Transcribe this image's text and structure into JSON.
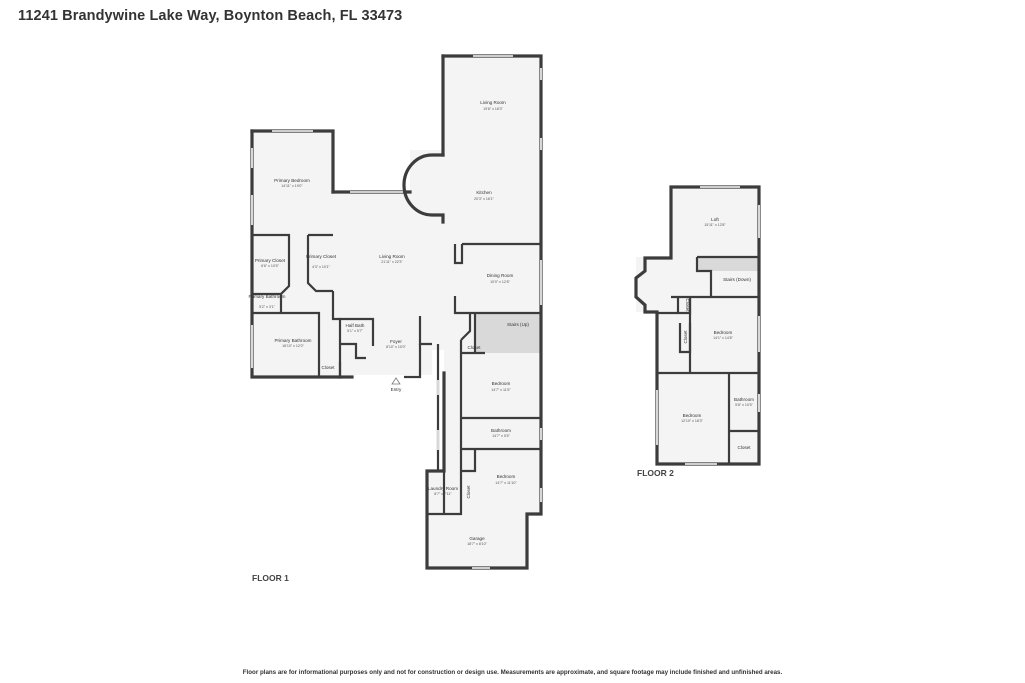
{
  "header": {
    "address": "11241 Brandywine Lake Way, Boynton Beach, FL 33473"
  },
  "floors": [
    {
      "label": "FLOOR 1"
    },
    {
      "label": "FLOOR 2"
    }
  ],
  "rooms": {
    "living_room_top": {
      "name": "Living Room",
      "dims": "19'8\" x 18'3\""
    },
    "kitchen": {
      "name": "Kitchen",
      "dims": "20'3\" x 16'1\""
    },
    "primary_bedroom": {
      "name": "Primary Bedroom",
      "dims": "14'11\" x 19'0\""
    },
    "living_room_center": {
      "name": "Living Room",
      "dims": "21'11\" x 22'3\""
    },
    "dining_room": {
      "name": "Dining Room",
      "dims": "10'0\" x 12'8\""
    },
    "primary_closet_left": {
      "name": "Primary Closet",
      "dims": "6'6\" x 10'5\""
    },
    "primary_closet_right": {
      "name": "Primary Closet",
      "dims": "4'3\" x 10'1\""
    },
    "primary_bathroom_small": {
      "name": "Primary Bathroom",
      "dims": "5'2\" x 3'1\""
    },
    "half_bath": {
      "name": "Half Bath",
      "dims": "5'1\" x 5'7\""
    },
    "stairs_up": {
      "name": "Stairs (Up)"
    },
    "primary_bathroom": {
      "name": "Primary Bathroom",
      "dims": "16'10\" x 12'0\""
    },
    "foyer": {
      "name": "Foyer",
      "dims": "8'10\" x 10'0\""
    },
    "closet_foyer_right": {
      "name": "Closet"
    },
    "closet_primary_bath": {
      "name": "Closet"
    },
    "entry": {
      "name": "Entry"
    },
    "bedroom_f1_a": {
      "name": "Bedroom",
      "dims": "14'7\" x 11'5\""
    },
    "bathroom_f1": {
      "name": "Bathroom",
      "dims": "14'7\" x 5'5\""
    },
    "bedroom_f1_b": {
      "name": "Bedroom",
      "dims": "14'7\" x 11'10\""
    },
    "laundry_room": {
      "name": "Laundry Room",
      "dims": "8'7\" x 7'11\""
    },
    "closet_laundry": {
      "name": "Closet"
    },
    "garage": {
      "name": "Garage",
      "dims": "18'7\" x 8'10\""
    },
    "loft": {
      "name": "Loft",
      "dims": "15'11\" x 12'8\""
    },
    "stairs_down": {
      "name": "Stairs (Down)"
    },
    "bedroom_f2_a": {
      "name": "Bedroom",
      "dims": "14'1\" x 14'8\""
    },
    "closet_f2_a": {
      "name": "Closet"
    },
    "closet_f2_b": {
      "name": "Closet"
    },
    "bedroom_f2_b": {
      "name": "Bedroom",
      "dims": "12'10\" x 18'3\""
    },
    "bathroom_f2": {
      "name": "Bathroom",
      "dims": "5'8\" x 10'5\""
    },
    "closet_f2_c": {
      "name": "Closet"
    }
  },
  "disclaimer": "Floor plans are for informational purposes only and not for construction or design use. Measurements are approximate, and square footage may include finished and unfinished areas.",
  "colors": {
    "wall": "#3c3c3c",
    "floor": "#f4f4f4",
    "stairs": "#d9d9d9"
  }
}
